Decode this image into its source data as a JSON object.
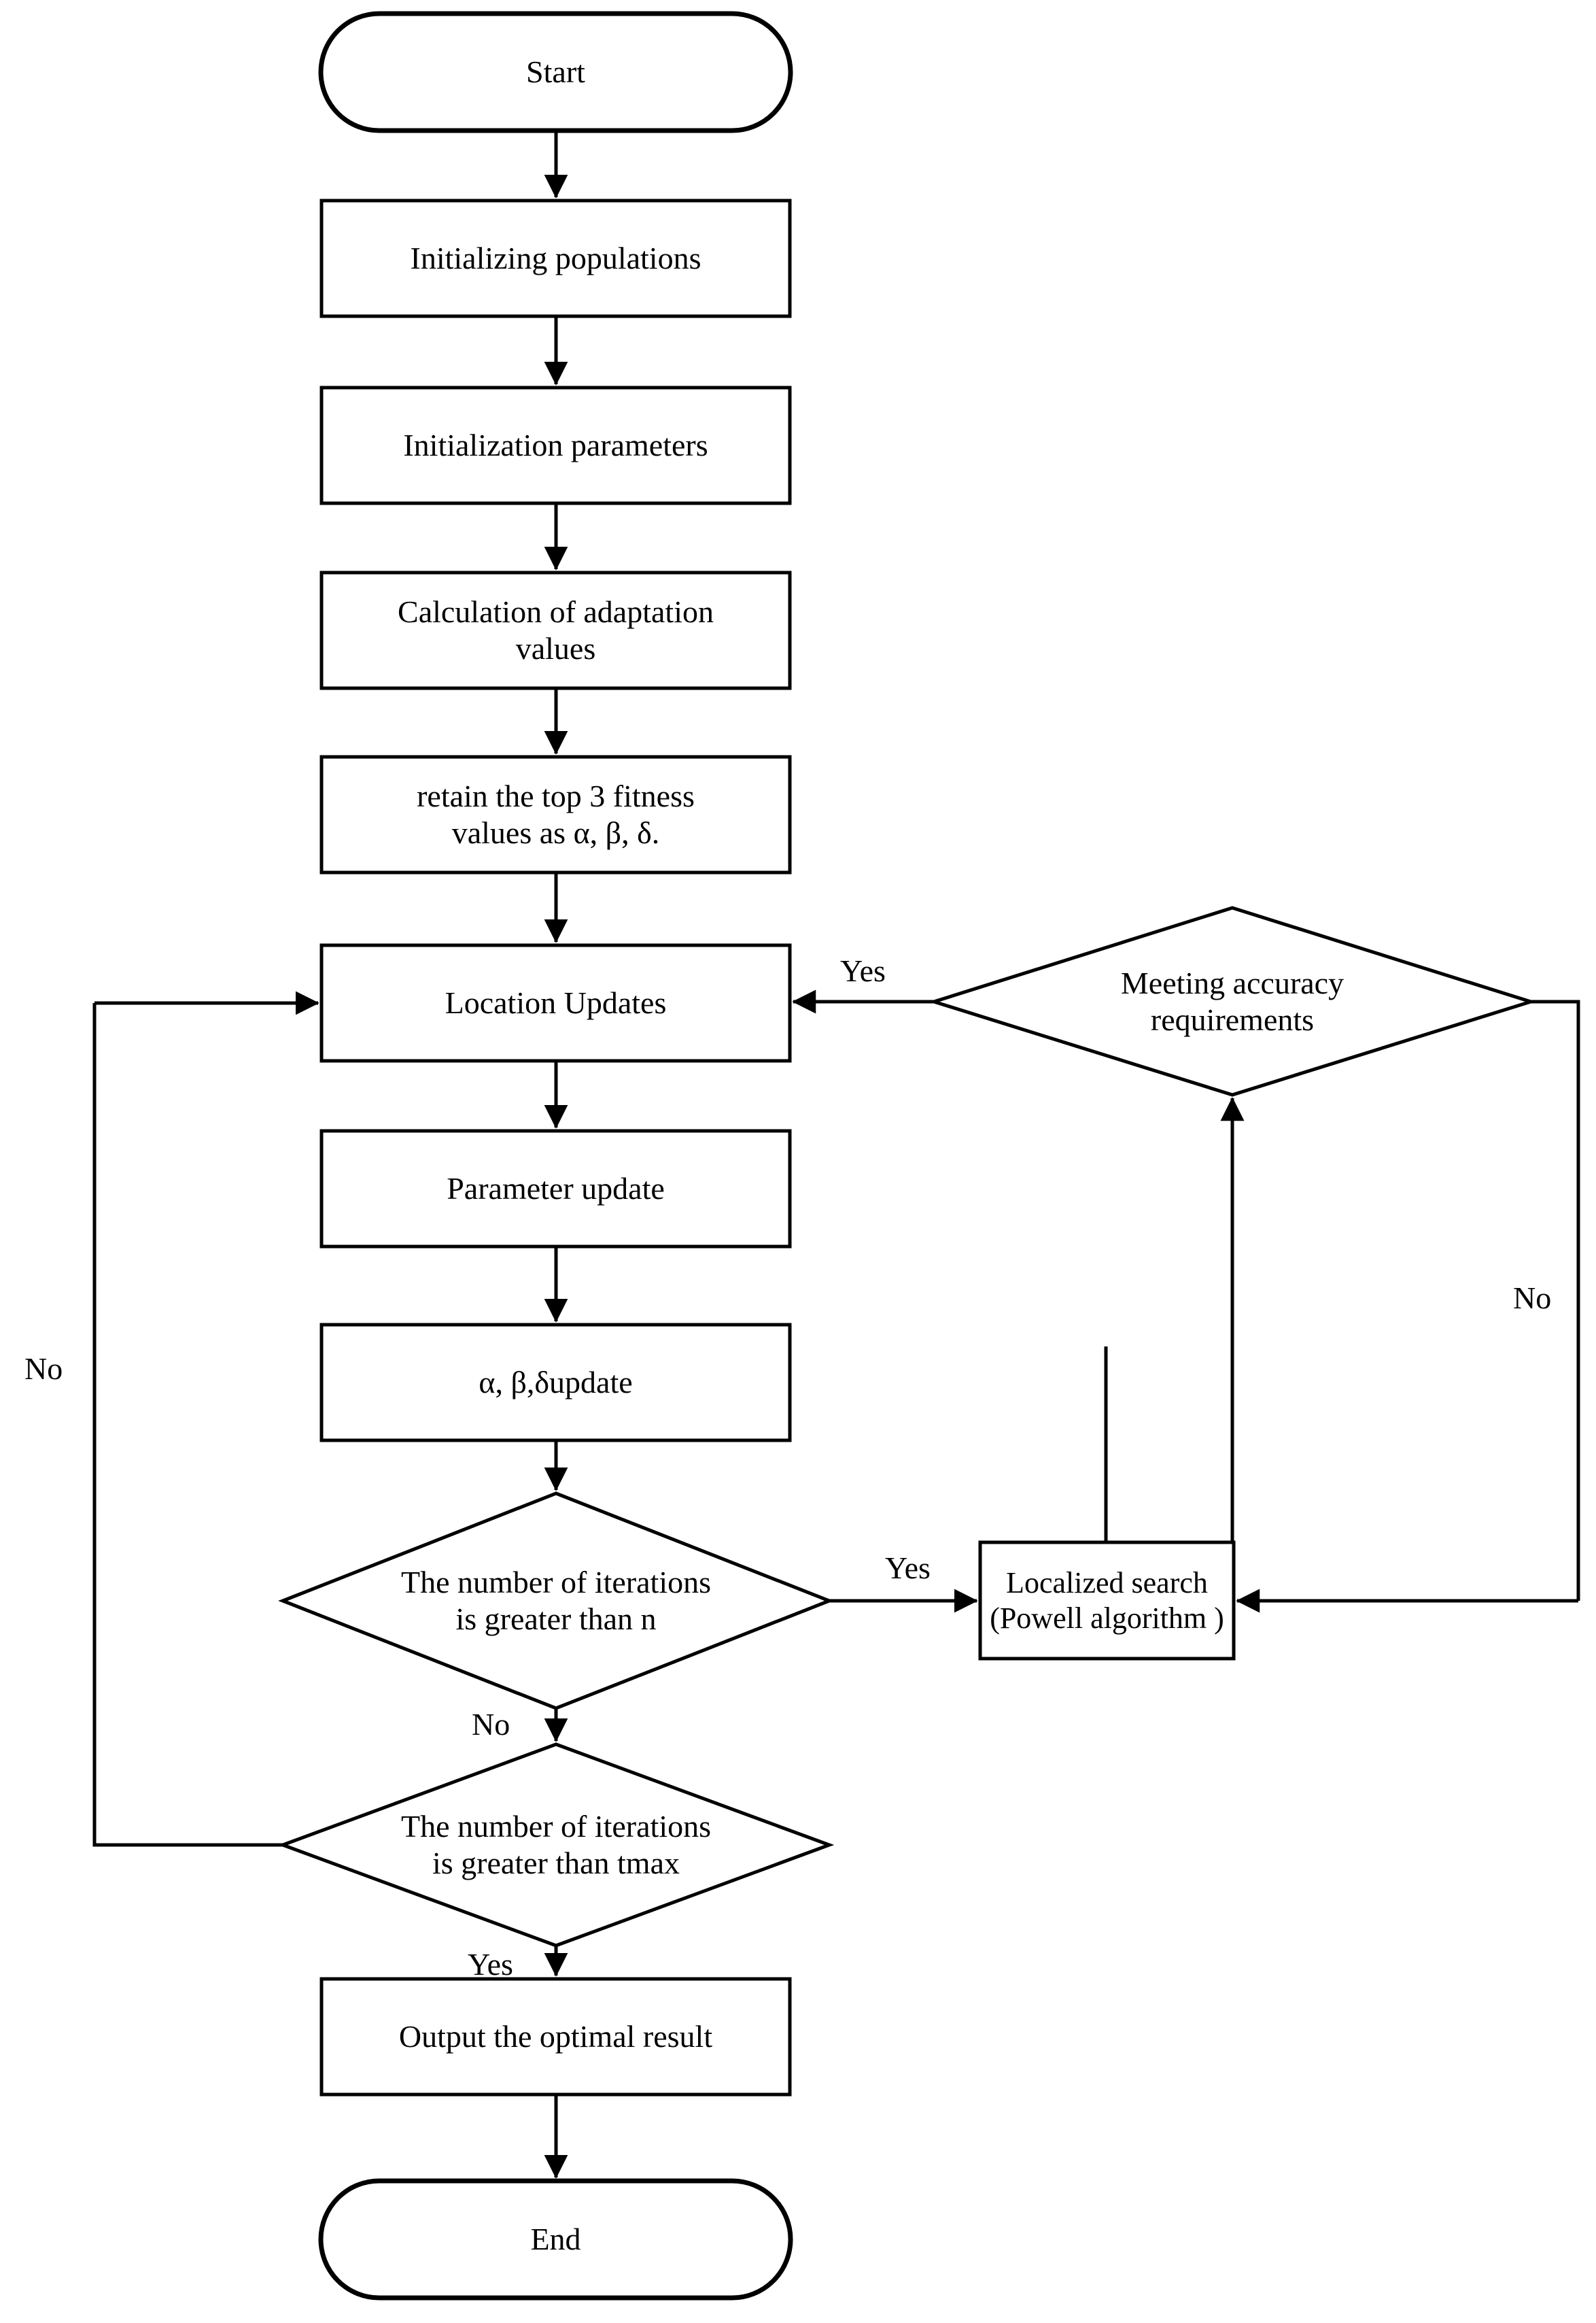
{
  "diagram": {
    "title": "Improved Grey Wolf Optimizer with Powell local search flowchart",
    "stroke_color": "#000000",
    "fill_color": "#ffffff",
    "text_color": "#000000",
    "nodes": {
      "start": {
        "label": "Start",
        "shape": "terminator"
      },
      "init_populations": {
        "label": "Initializing populations",
        "shape": "process"
      },
      "init_parameters": {
        "label": "Initialization parameters",
        "shape": "process"
      },
      "calc_adaptation": {
        "label": "Calculation of adaptation\nvalues",
        "shape": "process"
      },
      "retain_top3": {
        "label": "retain the top 3 fitness\nvalues as α, β, δ.",
        "shape": "process"
      },
      "location_updates": {
        "label": "Location Updates",
        "shape": "process"
      },
      "parameter_update": {
        "label": "Parameter update",
        "shape": "process"
      },
      "abd_update": {
        "label": "α, β,δupdate",
        "shape": "process"
      },
      "iter_gt_n": {
        "label": "The number of iterations\nis greater than n",
        "shape": "decision"
      },
      "iter_gt_tmax": {
        "label": "The number of iterations\nis greater than tmax",
        "shape": "decision"
      },
      "meeting_accuracy": {
        "label": "Meeting accuracy\nrequirements",
        "shape": "decision"
      },
      "localized_search": {
        "label": "Localized search\n(Powell algorithm )",
        "shape": "process"
      },
      "output_result": {
        "label": "Output the optimal result",
        "shape": "process"
      },
      "end": {
        "label": "End",
        "shape": "terminator"
      }
    },
    "edge_labels": {
      "accuracy_yes": "Yes",
      "accuracy_no": "No",
      "iter_n_yes": "Yes",
      "iter_n_no": "No",
      "tmax_yes": "Yes",
      "tmax_no": "No"
    }
  }
}
